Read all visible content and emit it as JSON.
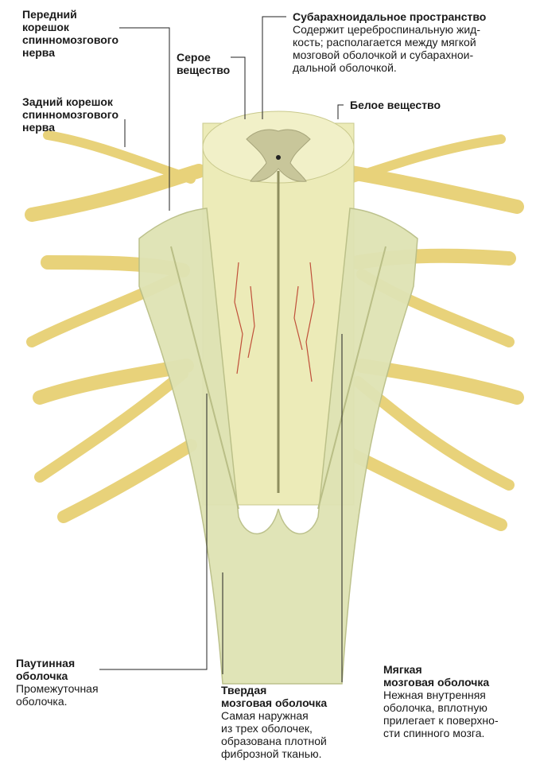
{
  "labels": {
    "ventral_root": {
      "title": "Передний\nкорешок\nспинномозгового\nнерва"
    },
    "gray_matter": {
      "title": "Серое\nвещество"
    },
    "dorsal_root": {
      "title": "Задний корешок\nспинномозгового\nнерва"
    },
    "subarachnoid": {
      "title": "Субарахноидальное пространство",
      "desc": "Содержит цереброспинальную жид-\nкость; располагается  между мягкой\nмозговой оболочкой и субарахнои-\nдальной оболочкой."
    },
    "white_matter": {
      "title": "Белое вещество"
    },
    "arachnoid": {
      "title": "Паутинная\nоболочка",
      "desc": "Промежуточная\nоболочка."
    },
    "dura": {
      "title": "Твердая\nмозговая оболочка",
      "desc": "Самая наружная\nиз трех оболочек,\nобразована плотной\nфиброзной тканью."
    },
    "pia": {
      "title": "Мягкая\nмозговая оболочка",
      "desc": "Нежная внутренняя\nоболочка, вплотную\nприлегает к поверхно-\nсти спинного мозга."
    }
  },
  "colors": {
    "nerve": "#e8d27a",
    "nerve_dark": "#c9ad4c",
    "cord": "#ecebb8",
    "cord_shadow": "#d7d79a",
    "dura": "#dfe3b4",
    "dura_dark": "#b9be86",
    "gray_matter": "#c8c69a",
    "vessel": "#c0503a",
    "line": "#222222"
  }
}
